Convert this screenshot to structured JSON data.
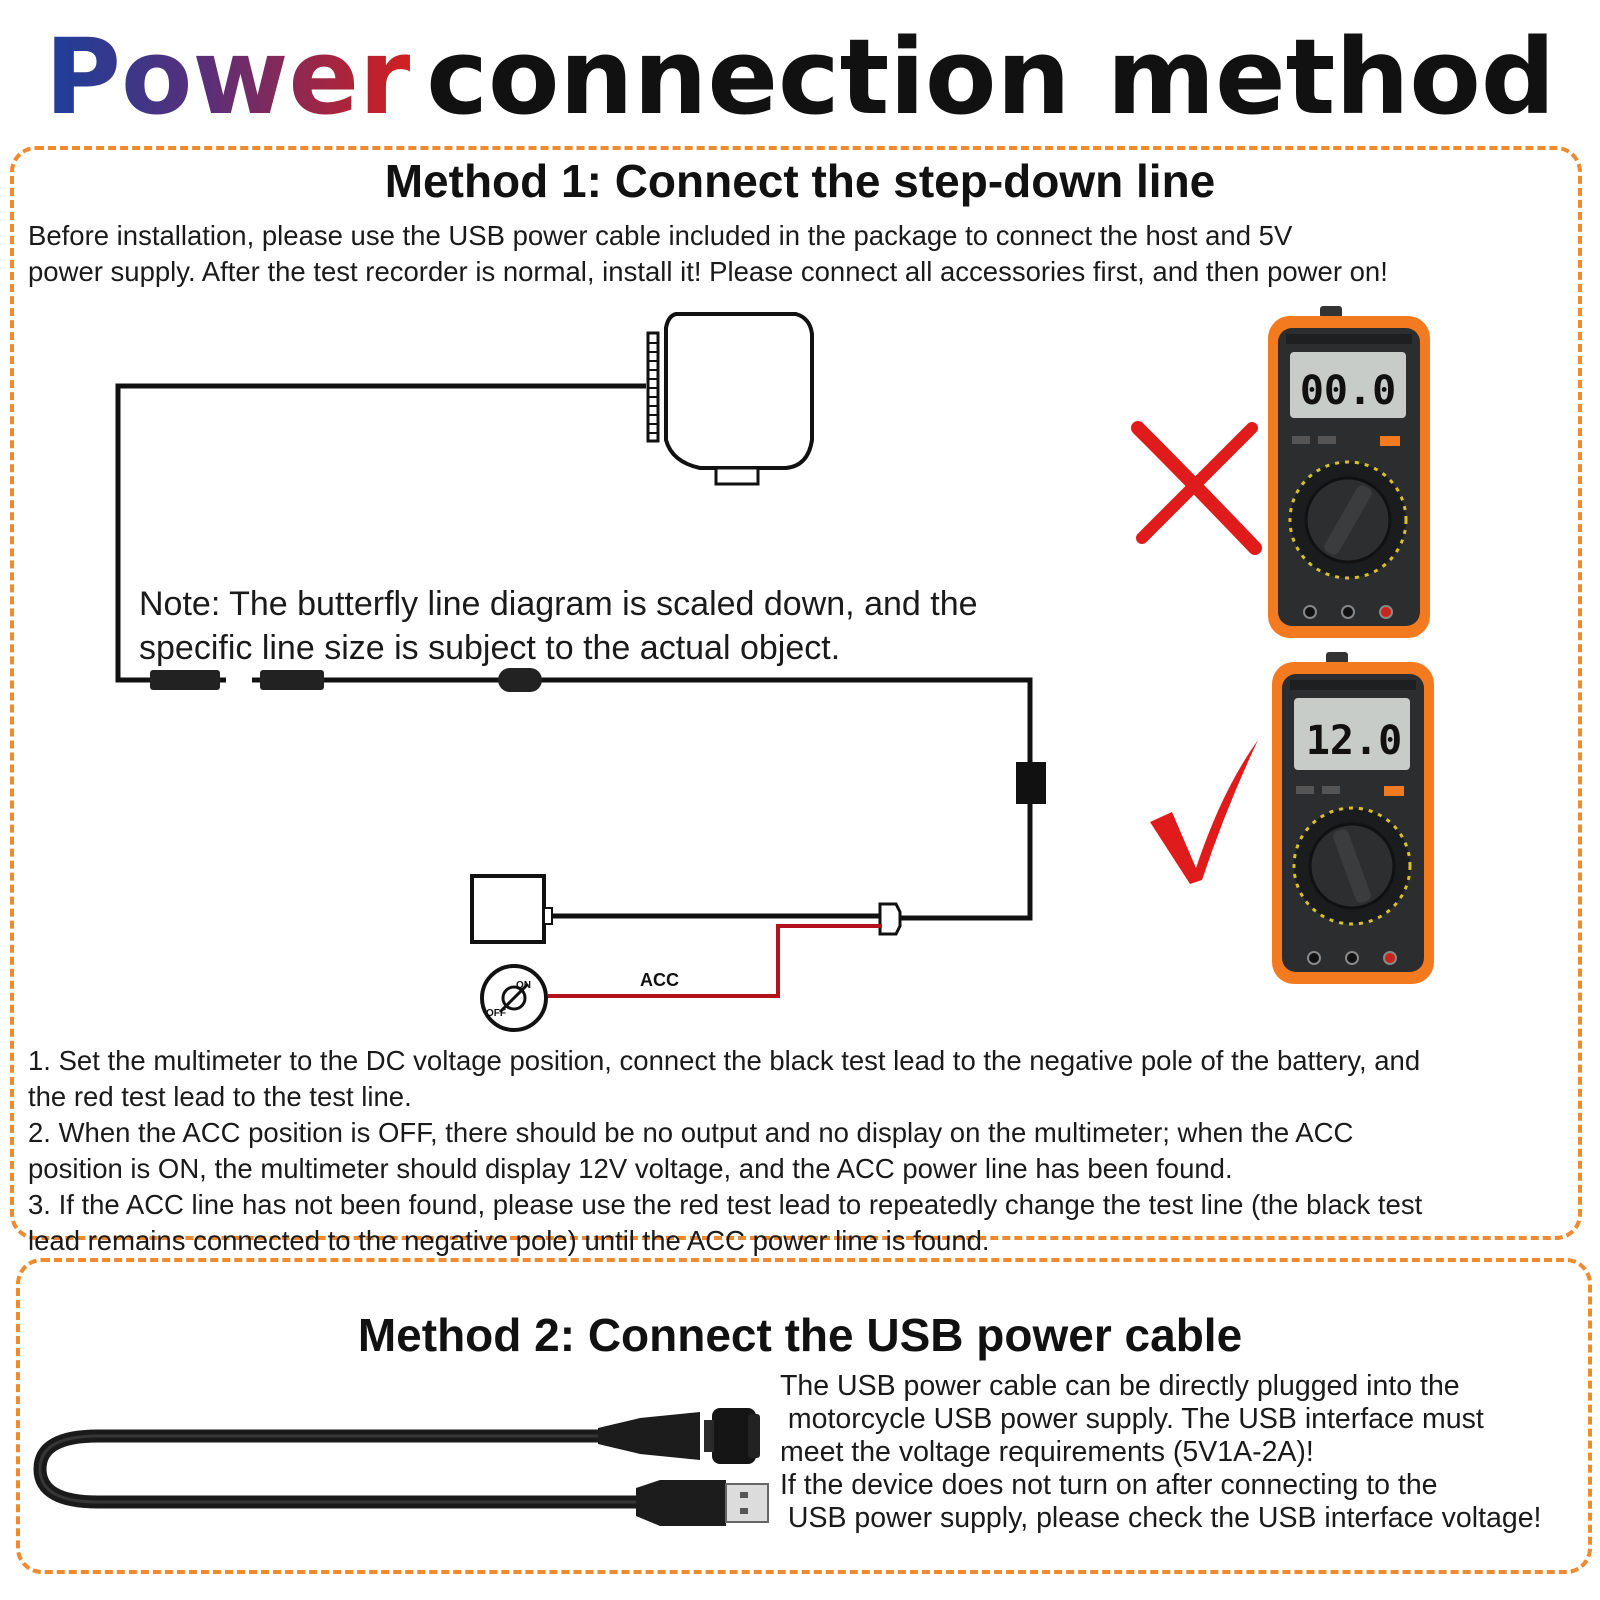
{
  "title": {
    "highlight": "Power",
    "rest": "connection method"
  },
  "method1": {
    "heading": "Method 1: Connect the step-down line",
    "intro": [
      "Before installation, please use the USB power cable included in the package to connect the host and 5V",
      "power supply. After the test recorder is normal, install it! Please connect all accessories first, and then power on!"
    ],
    "note": [
      "Note: The butterfly line diagram is scaled down, and the",
      "specific line size is subject to the actual object."
    ],
    "acc_label": "ACC",
    "switch_on": "ON",
    "switch_off": "OFF",
    "meter_wrong": {
      "reading": "00.0",
      "status": "wrong"
    },
    "meter_right": {
      "reading": "12.0",
      "status": "correct"
    },
    "steps": [
      "1. Set the multimeter to the DC voltage position, connect the black test lead to the negative pole of the battery, and",
      "the red test lead to the test line.",
      "2. When the ACC position is OFF, there should be no output and no display on the multimeter; when the ACC",
      "position is ON, the multimeter should display 12V voltage, and the ACC power line has been found.",
      "3. If the ACC line has not been found, please use the red test lead to repeatedly change the test line (the black test",
      "lead remains connected to the negative pole) until the ACC power line is found."
    ]
  },
  "method2": {
    "heading": "Method 2: Connect the USB power cable",
    "text": [
      "The USB power cable can be directly plugged into the",
      " motorcycle USB power supply. The USB interface must",
      "meet the voltage requirements (5V1A-2A)!",
      "If the device does not turn on after connecting to the",
      " USB power supply, please check the USB interface voltage!"
    ]
  },
  "colors": {
    "accent_dashed": "#f08a2e",
    "wire_red": "#b3111b",
    "meter_orange": "#f47a20",
    "cross_red": "#e01b1b"
  }
}
